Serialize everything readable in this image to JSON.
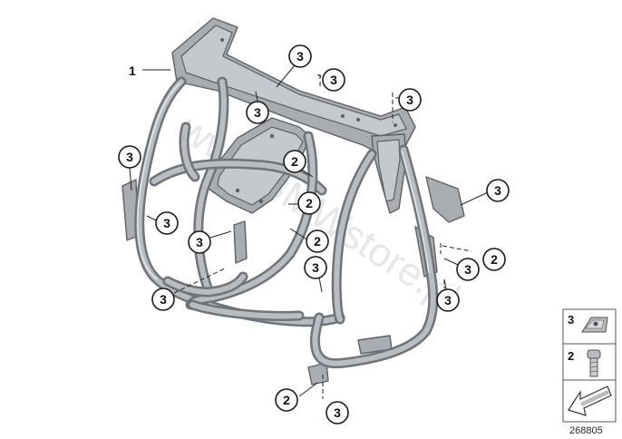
{
  "watermark": "www.BMWstore.pl",
  "diagram_number": "268805",
  "callouts": [
    {
      "id": "c-1-frame",
      "label": "1"
    },
    {
      "id": "c-3-a",
      "label": "3"
    },
    {
      "id": "c-3-b",
      "label": "3"
    },
    {
      "id": "c-3-c",
      "label": "3"
    },
    {
      "id": "c-3-d",
      "label": "3"
    },
    {
      "id": "c-3-e",
      "label": "3"
    },
    {
      "id": "c-3-f",
      "label": "3"
    },
    {
      "id": "c-3-g",
      "label": "3"
    },
    {
      "id": "c-3-h",
      "label": "3"
    },
    {
      "id": "c-3-i",
      "label": "3"
    },
    {
      "id": "c-3-j",
      "label": "3"
    },
    {
      "id": "c-3-k",
      "label": "3"
    },
    {
      "id": "c-3-l",
      "label": "3"
    },
    {
      "id": "c-3-m",
      "label": "3"
    },
    {
      "id": "c-2-a",
      "label": "2"
    },
    {
      "id": "c-2-b",
      "label": "2"
    },
    {
      "id": "c-2-c",
      "label": "2"
    },
    {
      "id": "c-2-d",
      "label": "2"
    },
    {
      "id": "c-2-e",
      "label": "2"
    }
  ],
  "legend": {
    "items": [
      {
        "label": "3",
        "part": "clip-nut-icon"
      },
      {
        "label": "2",
        "part": "screw-icon"
      }
    ],
    "arrow": "direction-arrow-icon"
  }
}
